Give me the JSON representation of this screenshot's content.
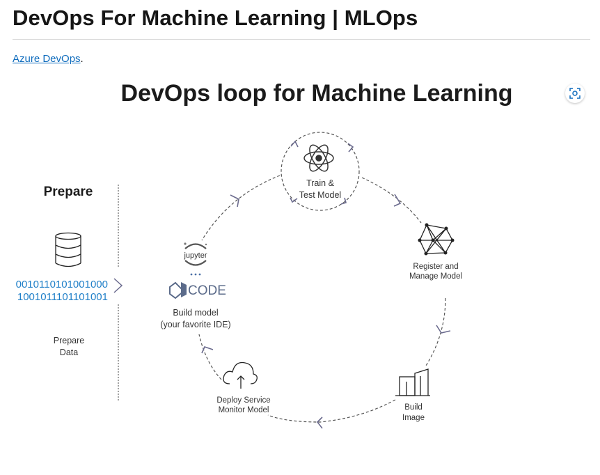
{
  "page": {
    "title": "DevOps For Machine Learning | MLOps",
    "intro_link": "Azure DevOps",
    "intro_suffix": "."
  },
  "diagram": {
    "title": "DevOps loop for Machine Learning",
    "prepare": {
      "heading": "Prepare",
      "binary": [
        "0010110101001000",
        "1001011101101001"
      ],
      "label": [
        "Prepare",
        "Data"
      ]
    },
    "nodes": {
      "train": [
        "Train &",
        "Test Model"
      ],
      "register": [
        "Register and",
        "Manage Model"
      ],
      "build_image": [
        "Build",
        "Image"
      ],
      "deploy": [
        "Deploy Service",
        "Monitor Model"
      ],
      "build_model": [
        "Build model",
        "(your favorite IDE)"
      ]
    },
    "logos": {
      "jupyter": "jupyter",
      "vscode": "CODE"
    },
    "icons": [
      "atom-icon",
      "network-icon",
      "buildings-icon",
      "cloud-upload-icon",
      "database-icon",
      "jupyter-logo",
      "vscode-logo",
      "expand-icon"
    ]
  },
  "colors": {
    "link": "#0f6cbd",
    "binary": "#1f7fc8",
    "arrow": "#6b6b8e",
    "text": "#161616"
  }
}
